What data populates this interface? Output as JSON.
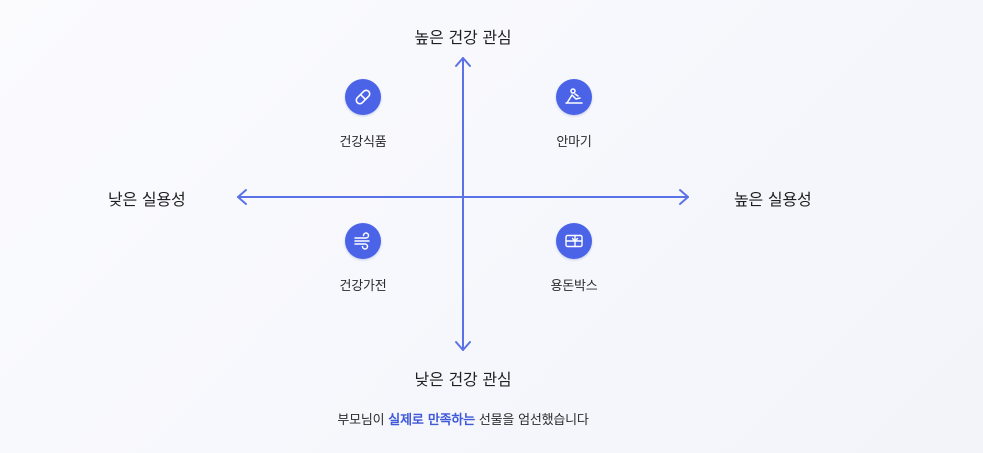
{
  "axes": {
    "top": "높은 건강 관심",
    "bottom": "낮은 건강 관심",
    "left": "낮은 실용성",
    "right": "높은 실용성"
  },
  "quadrants": {
    "top_left": {
      "label": "건강식품",
      "icon": "pill-icon"
    },
    "top_right": {
      "label": "안마기",
      "icon": "massage-icon"
    },
    "bottom_left": {
      "label": "건강가전",
      "icon": "air-wind-icon"
    },
    "bottom_right": {
      "label": "용돈박스",
      "icon": "gift-card-icon"
    }
  },
  "caption": {
    "before": "부모님이 ",
    "highlight": "실제로 만족하는",
    "after": " 선물을 엄선했습니다"
  },
  "colors": {
    "accent": "#4a63e7",
    "axis": "#5b72e6",
    "highlight": "#3f59d8"
  }
}
